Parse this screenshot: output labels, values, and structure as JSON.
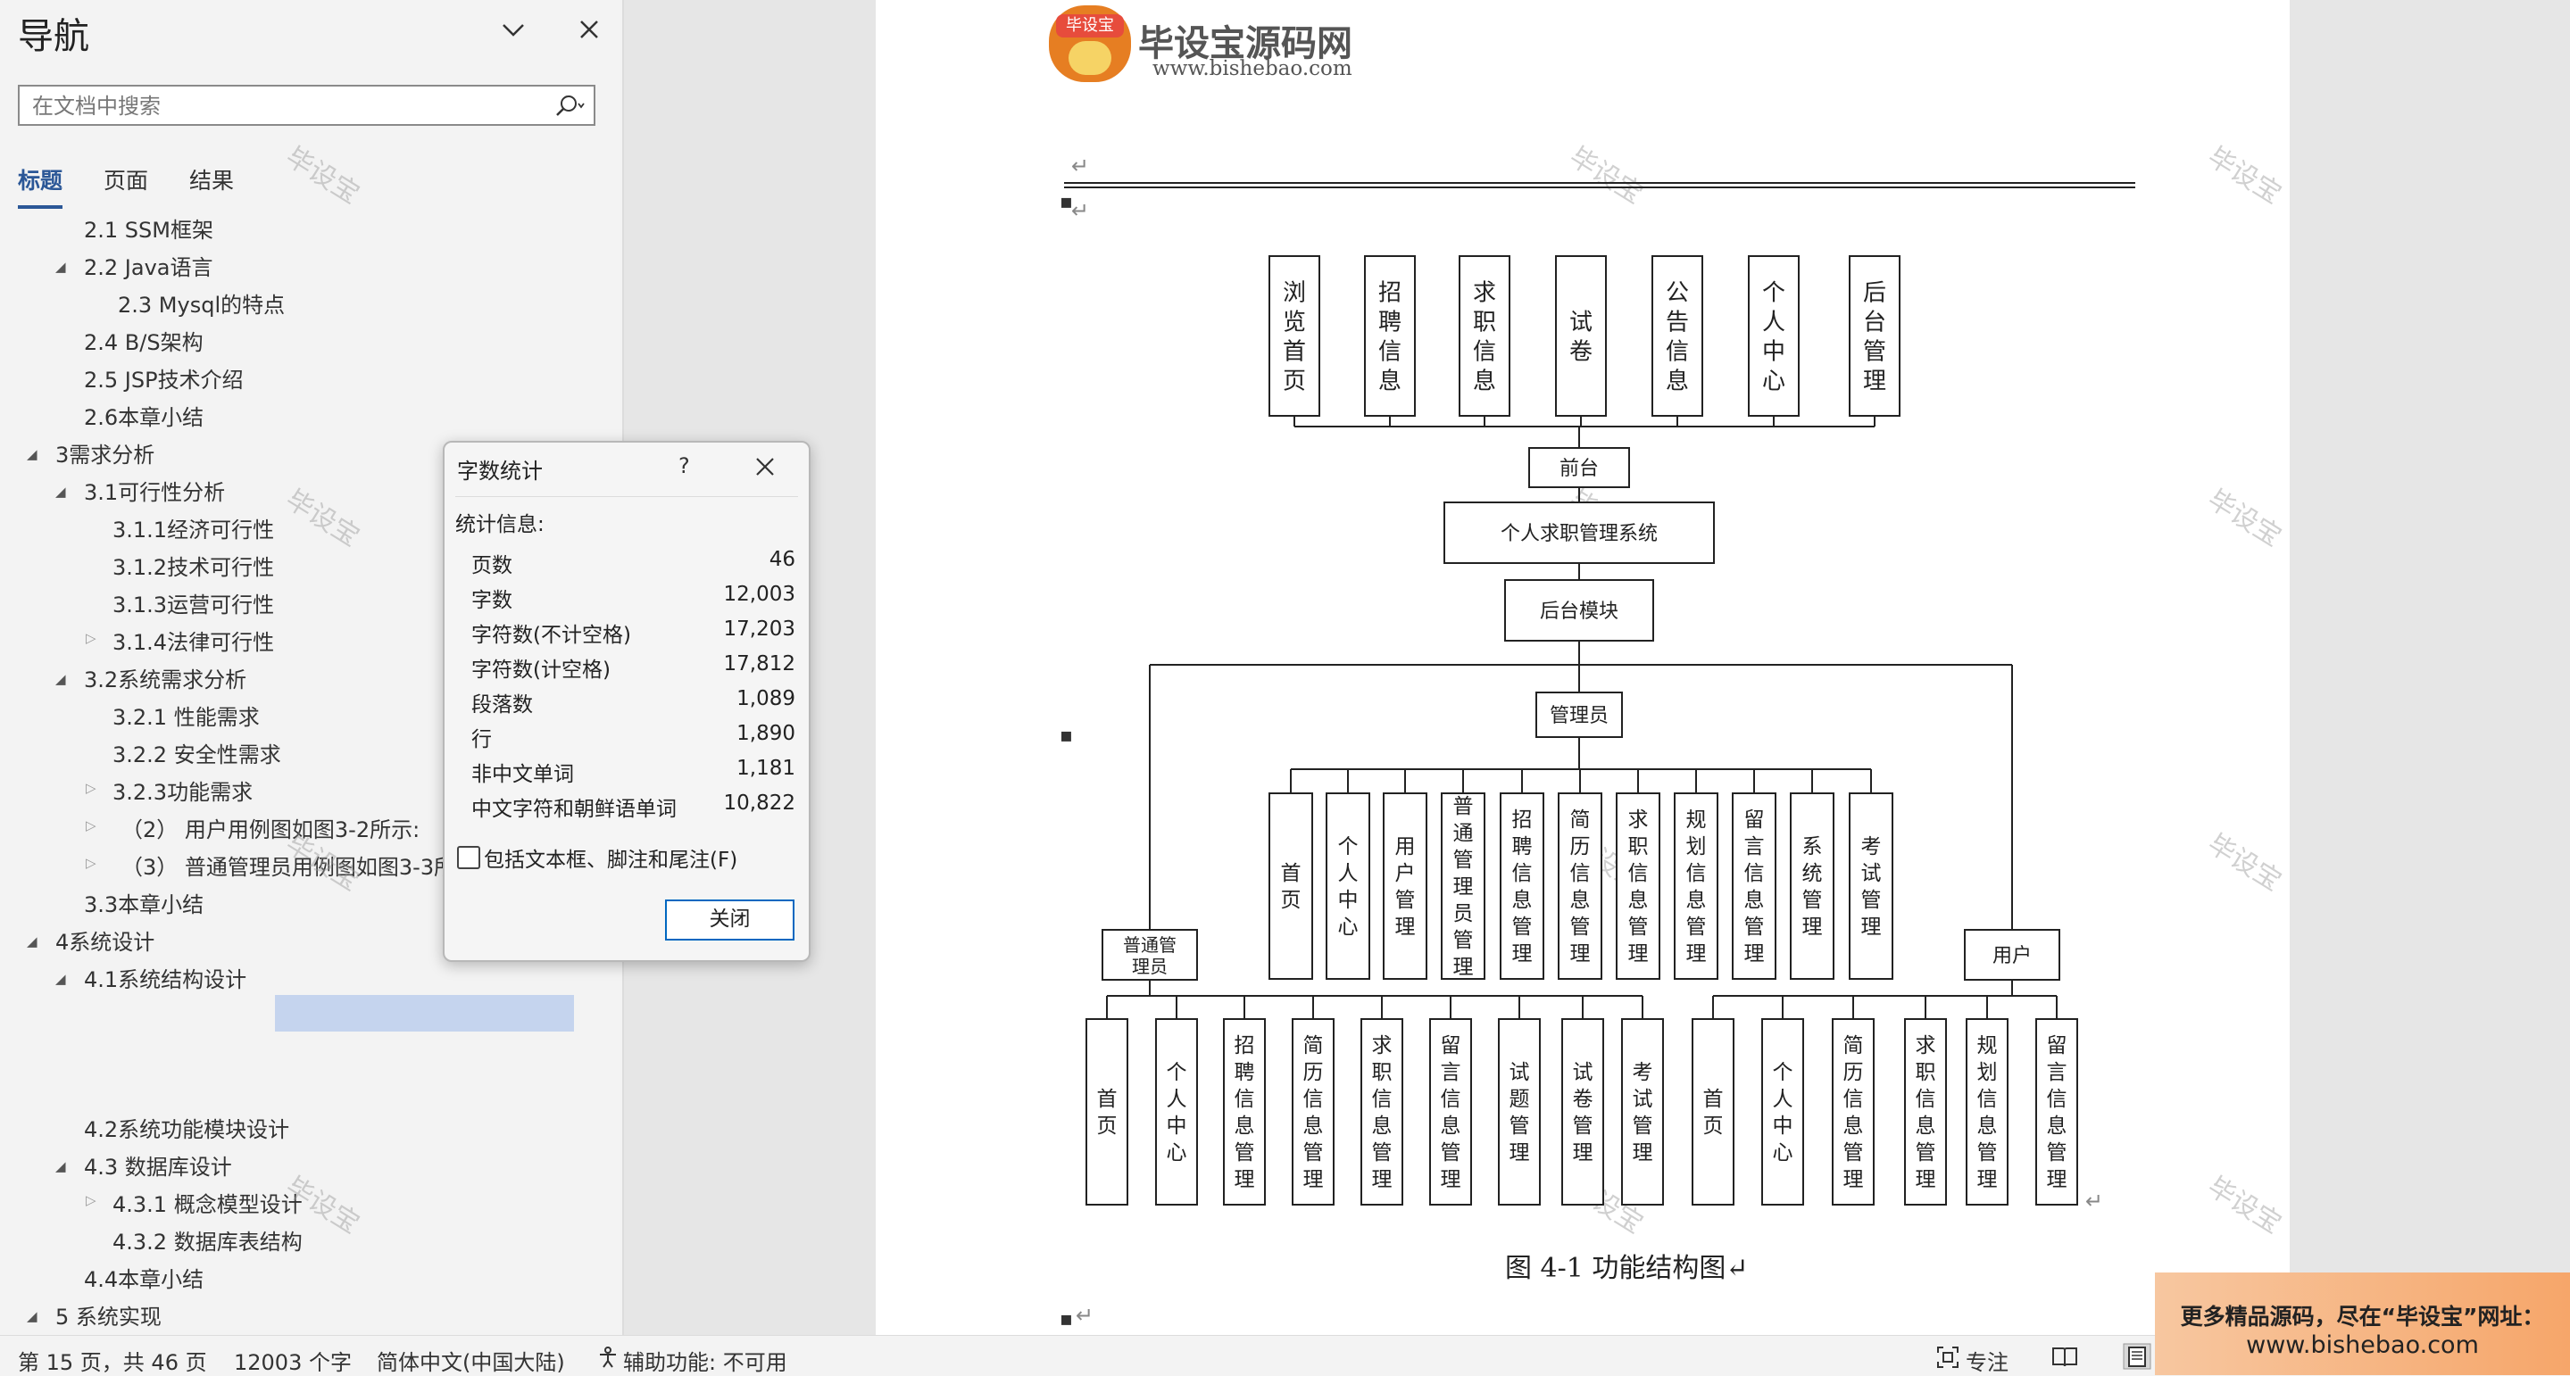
{
  "nav": {
    "title": "导航",
    "search_placeholder": "在文档中搜索",
    "tabs": [
      "标题",
      "页面",
      "结果"
    ],
    "tree": [
      {
        "label": "2.1 SSM框架"
      },
      {
        "label": "2.2 Java语言"
      },
      {
        "label": "2.3 Mysql的特点"
      },
      {
        "label": "2.4 B/S架构"
      },
      {
        "label": "2.5 JSP技术介绍"
      },
      {
        "label": "2.6本章小结"
      },
      {
        "label": "3需求分析"
      },
      {
        "label": "3.1可行性分析"
      },
      {
        "label": "3.1.1经济可行性"
      },
      {
        "label": "3.1.2技术可行性"
      },
      {
        "label": "3.1.3运营可行性"
      },
      {
        "label": "3.1.4法律可行性"
      },
      {
        "label": "3.2系统需求分析"
      },
      {
        "label": "3.2.1 性能需求"
      },
      {
        "label": "3.2.2 安全性需求"
      },
      {
        "label": "3.2.3功能需求"
      },
      {
        "label": "（2） 用户用例图如图3-2所示:"
      },
      {
        "label": "（3） 普通管理员用例图如图3-3所"
      },
      {
        "label": "3.3本章小结"
      },
      {
        "label": "4系统设计"
      },
      {
        "label": "4.1系统结构设计"
      },
      {
        "label": "4.2系统功能模块设计"
      },
      {
        "label": "4.3 数据库设计"
      },
      {
        "label": "4.3.1 概念模型设计"
      },
      {
        "label": "4.3.2 数据库表结构"
      },
      {
        "label": "4.4本章小结"
      },
      {
        "label": "5 系统实现"
      }
    ]
  },
  "dialog": {
    "title": "字数统计",
    "help": "?",
    "label": "统计信息:",
    "stats": [
      {
        "name": "页数",
        "value": "46"
      },
      {
        "name": "字数",
        "value": "12,003"
      },
      {
        "name": "字符数(不计空格)",
        "value": "17,203"
      },
      {
        "name": "字符数(计空格)",
        "value": "17,812"
      },
      {
        "name": "段落数",
        "value": "1,089"
      },
      {
        "name": "行",
        "value": "1,890"
      },
      {
        "name": "非中文单词",
        "value": "1,181"
      },
      {
        "name": "中文字符和朝鲜语单词",
        "value": "10,822"
      }
    ],
    "checkbox_label": "包括文本框、脚注和尾注(F)",
    "close_button": "关闭"
  },
  "document": {
    "logo_badge": "毕设宝",
    "logo_name": "毕设宝源码网",
    "logo_url": "www.bishebao.com",
    "watermark": "毕设宝",
    "caption": "图 4-1 功能结构图↵",
    "diagram": {
      "top_modules": [
        "浏览首页",
        "招聘信息",
        "求职信息",
        "试卷",
        "公告信息",
        "个人中心",
        "后台管理"
      ],
      "frontend": "前台",
      "system": "个人求职管理系统",
      "backend": "后台模块",
      "admin": "管理员",
      "admin_modules": [
        "首页",
        "个人中心",
        "用户管理",
        "普通管理员管理",
        "招聘信息管理",
        "简历信息管理",
        "求职信息管理",
        "规划信息管理",
        "留言信息管理",
        "系统管理",
        "考试管理"
      ],
      "common_admin": "普通管理员",
      "common_admin_modules": [
        "首页",
        "个人中心",
        "招聘信息管理",
        "简历信息管理",
        "求职信息管理",
        "留言信息管理",
        "试题管理",
        "试卷管理",
        "考试管理"
      ],
      "user": "用户",
      "user_modules": [
        "首页",
        "个人中心",
        "简历信息管理",
        "求职信息管理",
        "规划信息管理",
        "留言信息管理"
      ]
    }
  },
  "promo": {
    "line1": "更多精品源码，尽在“毕设宝”网址：",
    "line2": "www.bishebao.com"
  },
  "status": {
    "page": "第 15 页，共 46 页",
    "words": "12003 个字",
    "language": "简体中文(中国大陆)",
    "accessibility": "辅助功能: 不可用",
    "focus": "专注"
  }
}
